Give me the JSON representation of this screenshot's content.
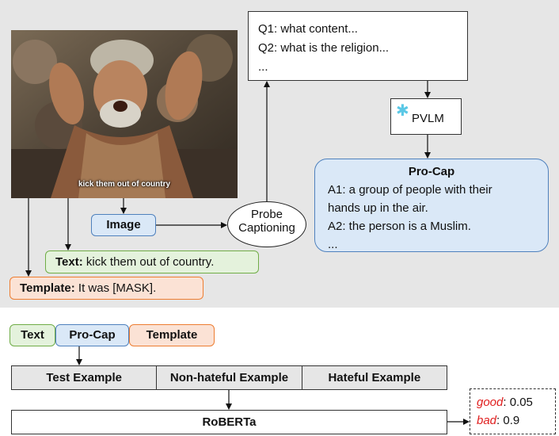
{
  "meme": {
    "overlay_text": "kick them out of country"
  },
  "questions": [
    "Q1: what content...",
    "Q2: what is the religion...",
    "..."
  ],
  "pvlm": {
    "label": "PVLM",
    "icon": "snowflake-icon"
  },
  "procap_panel": {
    "title": "Pro-Cap",
    "lines": [
      "A1: a group of people with their",
      "hands up in the air.",
      "A2: the person is a Muslim.",
      "..."
    ]
  },
  "image_label": "Image",
  "probe": {
    "line1": "Probe",
    "line2": "Captioning"
  },
  "text_input": {
    "label": "Text:",
    "value": "kick them out of country."
  },
  "template_input": {
    "label": "Template:",
    "value": "It was [MASK]."
  },
  "chips": {
    "text": "Text",
    "procap": "Pro-Cap",
    "template": "Template"
  },
  "examples": [
    "Test Example",
    "Non-hateful Example",
    "Hateful Example"
  ],
  "model": "RoBERTa",
  "output": {
    "good_label": "good",
    "good_value": ": 0.05",
    "bad_label": "bad",
    "bad_value": ": 0.9"
  },
  "colors": {
    "blue_fill": "#dae8f7",
    "green_fill": "#e4f2dc",
    "orange_fill": "#fbe2d5",
    "panel_gray": "#e6e6e6",
    "accent_red": "#e02020",
    "snowflake": "#5bc8e6"
  }
}
